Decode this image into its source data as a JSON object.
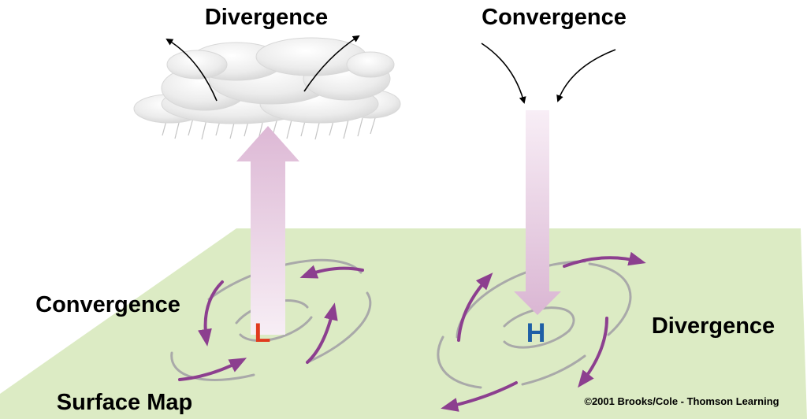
{
  "labels": {
    "upper_left": "Divergence",
    "upper_right": "Convergence",
    "surface_left": "Convergence",
    "surface_right": "Divergence",
    "surface_map": "Surface Map",
    "copyright": "©2001 Brooks/Cole - Thomson Learning"
  },
  "pressure": {
    "low": {
      "letter": "L",
      "color": "#e03a1e"
    },
    "high": {
      "letter": "H",
      "color": "#1f5fa6"
    }
  },
  "colors": {
    "surface_plane": "#dcebc4",
    "vertical_arrow": "#e6c7df",
    "wind_arrow": "#8c3f8f",
    "isobar": "#a9a9a9"
  }
}
